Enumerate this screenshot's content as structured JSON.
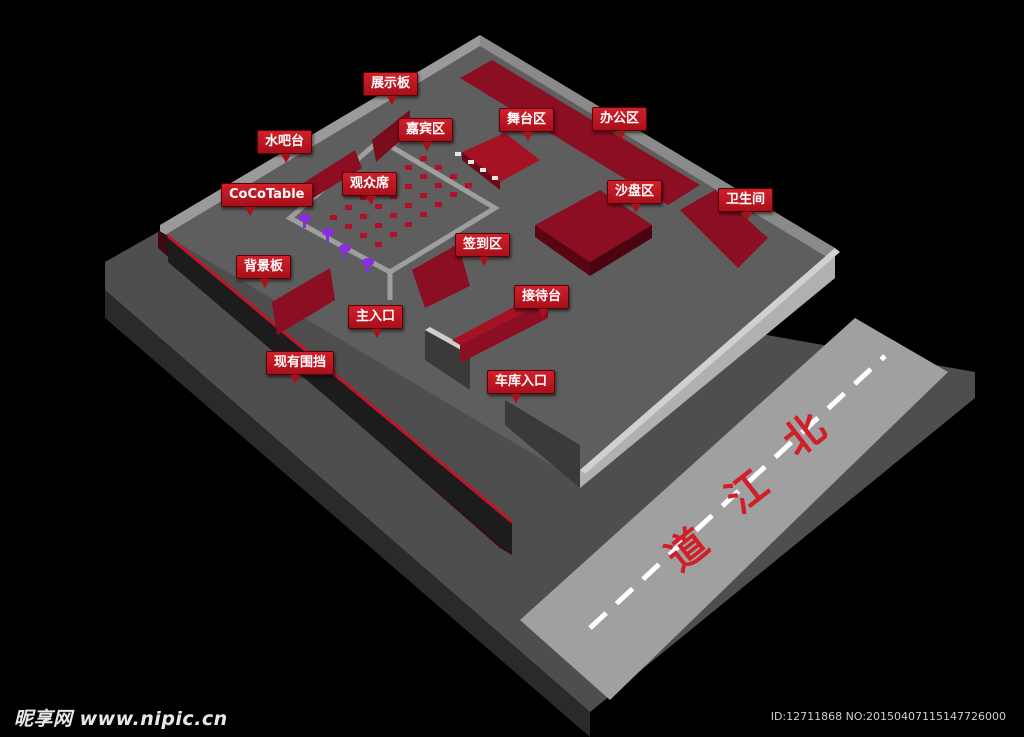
{
  "labels": {
    "exhibit_board": "展示板",
    "bar_counter": "水吧台",
    "guest_area": "嘉宾区",
    "stage_area": "舞台区",
    "office_area": "办公区",
    "sand_table_area": "沙盘区",
    "restroom": "卫生间",
    "cocotable": "CoCoTable",
    "audience_seats": "观众席",
    "sign_in_area": "签到区",
    "backdrop_board": "背景板",
    "reception_desk": "接待台",
    "main_entrance": "主入口",
    "existing_hoarding": "现有围挡",
    "garage_entrance": "车库入口"
  },
  "road_text": [
    "北",
    "江",
    "道"
  ],
  "watermark": {
    "left": "昵享网 www.nipic.cn",
    "right": "ID:12711868 NO:20150407115147726000"
  },
  "colors": {
    "background": "#000000",
    "floor": "#5c5c5c",
    "wall": "#8a8a8a",
    "accent_red": "#8b0e22",
    "label_red": "#c8141e",
    "stool_purple": "#8a2be2",
    "road": "#9a9a9a"
  }
}
